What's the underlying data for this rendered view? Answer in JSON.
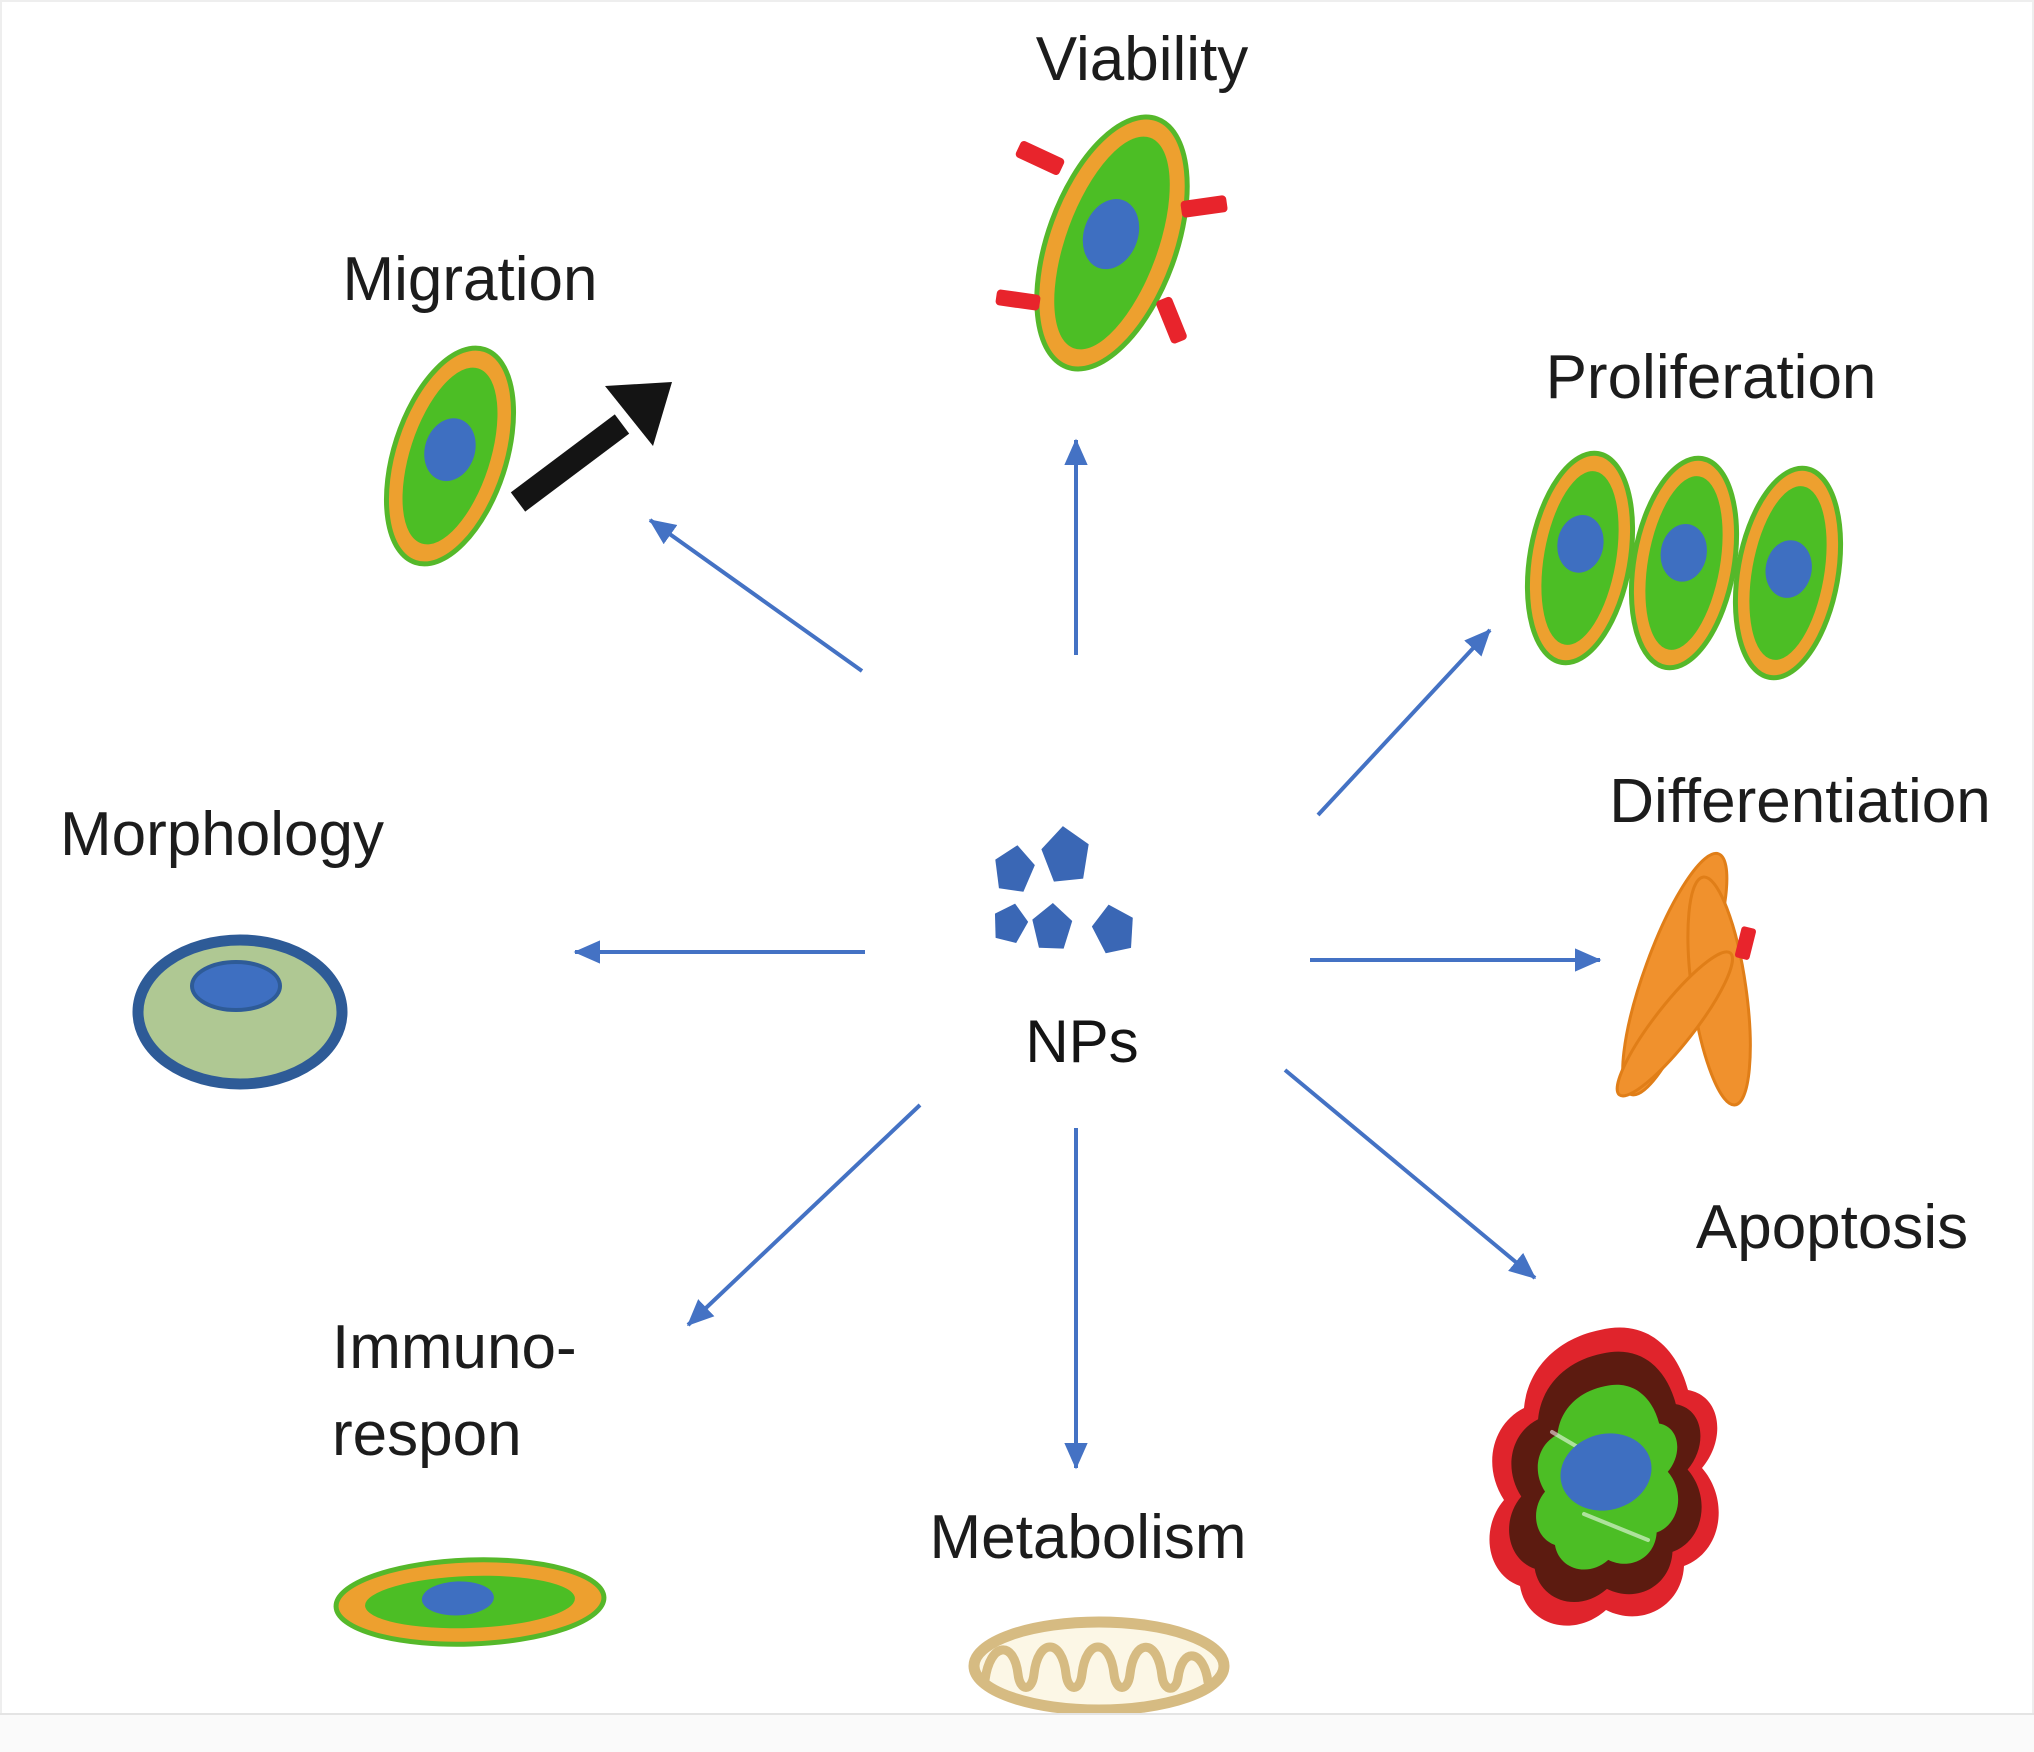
{
  "diagram": {
    "center": {
      "label": "NPs"
    },
    "labels": {
      "viability": "Viability",
      "migration": "Migration",
      "proliferation": "Proliferation",
      "differentiation": "Differentiation",
      "morphology": "Morphology",
      "apoptosis": "Apoptosis",
      "immuno_line1": "Immuno-",
      "immuno_line2": "respon",
      "metabolism": "Metabolism"
    },
    "illustrations": {
      "center": "cluster-of-blue-nanoparticle-pentagons",
      "viability": "cell-with-red-membrane-fragments",
      "migration": "cell-with-black-direction-arrow",
      "proliferation": "three-dividing-cells",
      "differentiation": "orange-muscle-fiber-bundle-with-red-mark",
      "morphology": "round-cell-outline-with-nucleus",
      "apoptosis": "shrinking-blebbed-cell",
      "immuno_response": "flattened-activated-cell",
      "metabolism": "mitochondrion"
    },
    "colors": {
      "arrow": "#4472C4",
      "nanoparticle": "#3A67B5",
      "cell_membrane": "#EDA02F",
      "cell_rim": "#55B82A",
      "cell_cytoplasm": "#4CBE25",
      "cell_nucleus": "#3E6FC1",
      "fragment_red": "#E8242C",
      "morphology_border": "#2E5B97",
      "morphology_fill": "#AFC893",
      "differentiation_fiber": "#F0912D",
      "apoptosis_outer": "#E0242C",
      "apoptosis_dark": "#5C1B10",
      "mitochondria": "#D6BB82",
      "migration_arrow": "#141414"
    }
  }
}
